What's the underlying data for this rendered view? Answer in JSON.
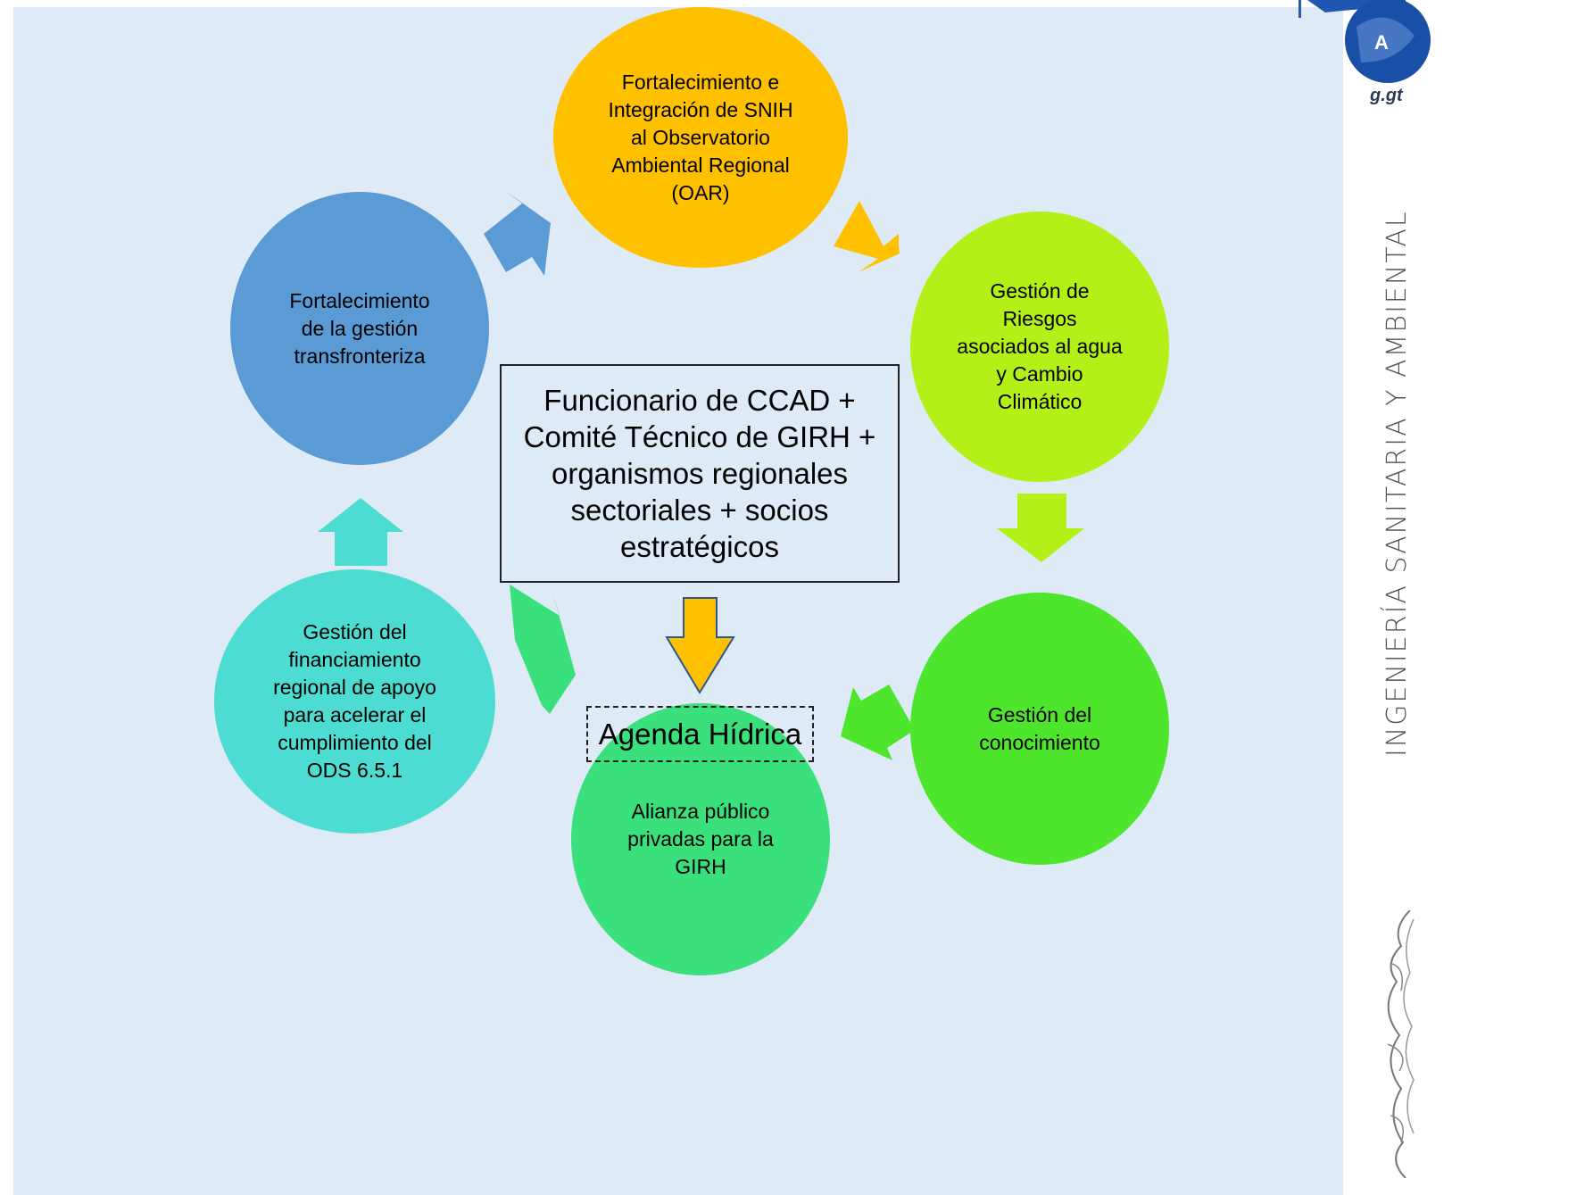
{
  "diagram": {
    "center_text": "Funcionario de CCAD +\nComité Técnico de GIRH +\norganismos regionales\nsectoriales + socios\nestratégicos",
    "output_text": "Agenda Hídrica",
    "nodes": [
      {
        "text": "Fortalecimiento e\nIntegración de SNIH\nal Observatorio\nAmbiental Regional\n(OAR)",
        "color": "#ffc000"
      },
      {
        "text": "Gestión de\nRiesgos\nasociados al agua\ny Cambio\nClimático",
        "color": "#b2f018"
      },
      {
        "text": "Gestión del\nconocimiento",
        "color": "#4de62c"
      },
      {
        "text": "Alianza público\nprivadas para la\nGIRH",
        "color": "#3ae07c"
      },
      {
        "text": "Gestión del\nfinanciamiento\nregional de apoyo\npara acelerar el\ncumplimiento del\nODS 6.5.1",
        "color": "#4ddcd2"
      },
      {
        "text": "Fortalecimiento\nde la gestión\ntransfronteriza",
        "color": "#5b9bd5"
      }
    ],
    "arrow_colors": [
      "#5b9bd5",
      "#ffc000",
      "#b2f018",
      "#4de62c",
      "#3ae07c",
      "#4ddcd2"
    ],
    "center_arrow_color": "#ffc000"
  },
  "sidebar": {
    "url_fragment": "g.gt",
    "vertical_label": "INGENIERÍA SANITARIA Y AMBIENTAL"
  }
}
